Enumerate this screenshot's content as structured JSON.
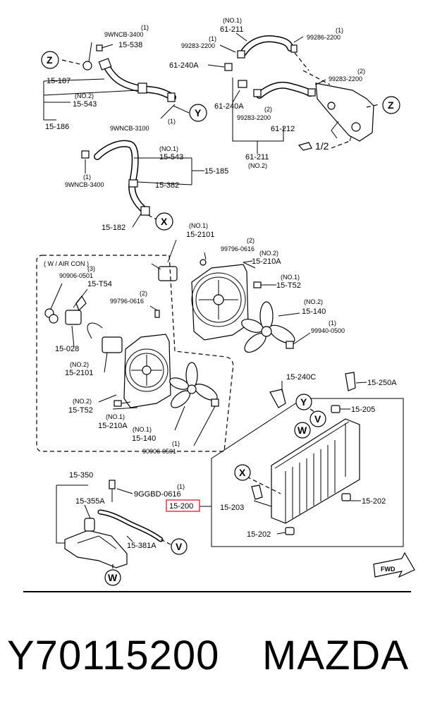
{
  "diagram": {
    "labels": {
      "l1": "(1)",
      "l2": "9WNCB-3400",
      "l3": "15-538",
      "l4": "15-187",
      "l5": "(NO.2)",
      "l6": "15-543",
      "l7": "15-186",
      "l8": "9WNCB-3100",
      "l9": "(1)",
      "l10": "(NO.1)",
      "l11": "61-211",
      "l12": "(1)",
      "l13": "99283-2200",
      "l14": "(1)",
      "l15": "99286-2200",
      "l16": "61-240A",
      "l17": "(2)",
      "l18": "99283-2200",
      "l19": "61-240A",
      "l20": "(2)",
      "l21": "99283-2200",
      "l22": "61-212",
      "l23": "61-211",
      "l24": "(NO.2)",
      "l25": "1/2",
      "l26": "(NO.1)",
      "l27": "15-543",
      "l28": "15-185",
      "l29": "(1)",
      "l30": "9WNCB-3400",
      "l31": "15-382",
      "l32": "15-182",
      "l33": "(NO.1)",
      "l34": "15-2101",
      "l35": "(2)",
      "l36": "99796-0616",
      "l37": "(NO.2)",
      "l38": "15-210A",
      "l39": "(NO.1)",
      "l40": "15-T52",
      "l41": "(NO.2)",
      "l42": "15-140",
      "l43": "(1)",
      "l44": "99940-0500",
      "l45": "( W / AIR CON )",
      "l46": "(3)",
      "l47": "90906-0501",
      "l48": "15-T54",
      "l49": "(2)",
      "l50": "99796-0616",
      "l51": "15-028",
      "l52": "(NO.2)",
      "l53": "15-2101",
      "l54": "(NO.2)",
      "l55": "15-T52",
      "l56": "(NO.1)",
      "l57": "15-210A",
      "l58": "(NO.1)",
      "l59": "15-140",
      "l60": "(1)",
      "l61": "90906-0501",
      "l62": "15-240C",
      "l63": "15-250A",
      "l64": "15-205",
      "l65": "15-202",
      "l66": "15-203",
      "l67": "15-202",
      "l68": "15-350",
      "l69": "15-355A",
      "l70": "(1)",
      "l71": "9GGBD-0616",
      "l72": "15-200",
      "l73": "15-381A",
      "fwd": "FWD"
    },
    "callouts": {
      "z1": "Z",
      "z2": "Z",
      "y1": "Y",
      "y2": "Y",
      "x1": "X",
      "x2": "X",
      "v1": "V",
      "v2": "V",
      "w1": "W",
      "w2": "W"
    },
    "highlight_color": "#e8324a"
  },
  "footer": {
    "part_number": "Y70115200",
    "brand": "MAZDA"
  }
}
